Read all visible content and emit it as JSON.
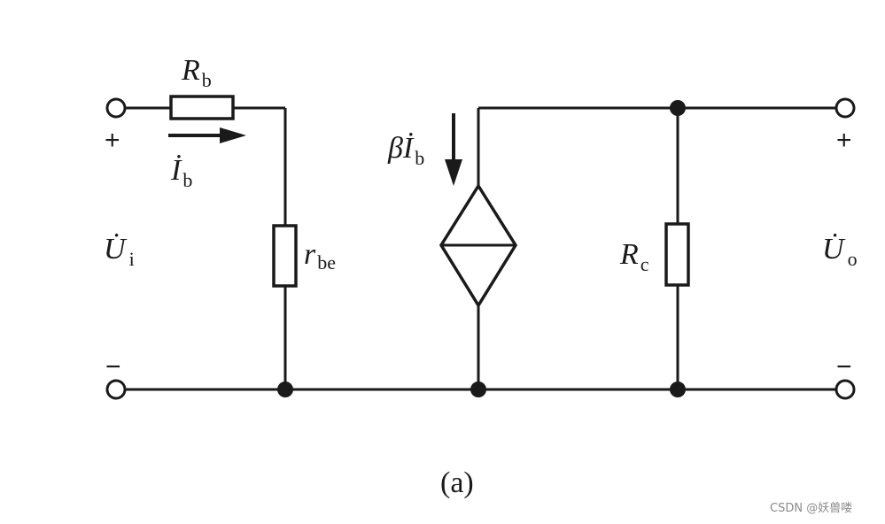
{
  "diagram": {
    "labels": {
      "rb_main": "R",
      "rb_sub": "b",
      "ib_main": "İ",
      "ib_sub": "b",
      "ui_main": "U̇",
      "ui_sub": "i",
      "rbe_main": "r",
      "rbe_sub": "be",
      "beta_main": "βİ",
      "beta_sub": "b",
      "rc_main": "R",
      "rc_sub": "c",
      "uo_main": "U̇",
      "uo_sub": "o"
    },
    "signs": {
      "in_plus": "+",
      "in_minus": "−",
      "out_plus": "+",
      "out_minus": "−"
    },
    "caption": "(a)"
  },
  "watermark": "CSDN @妖兽喽"
}
